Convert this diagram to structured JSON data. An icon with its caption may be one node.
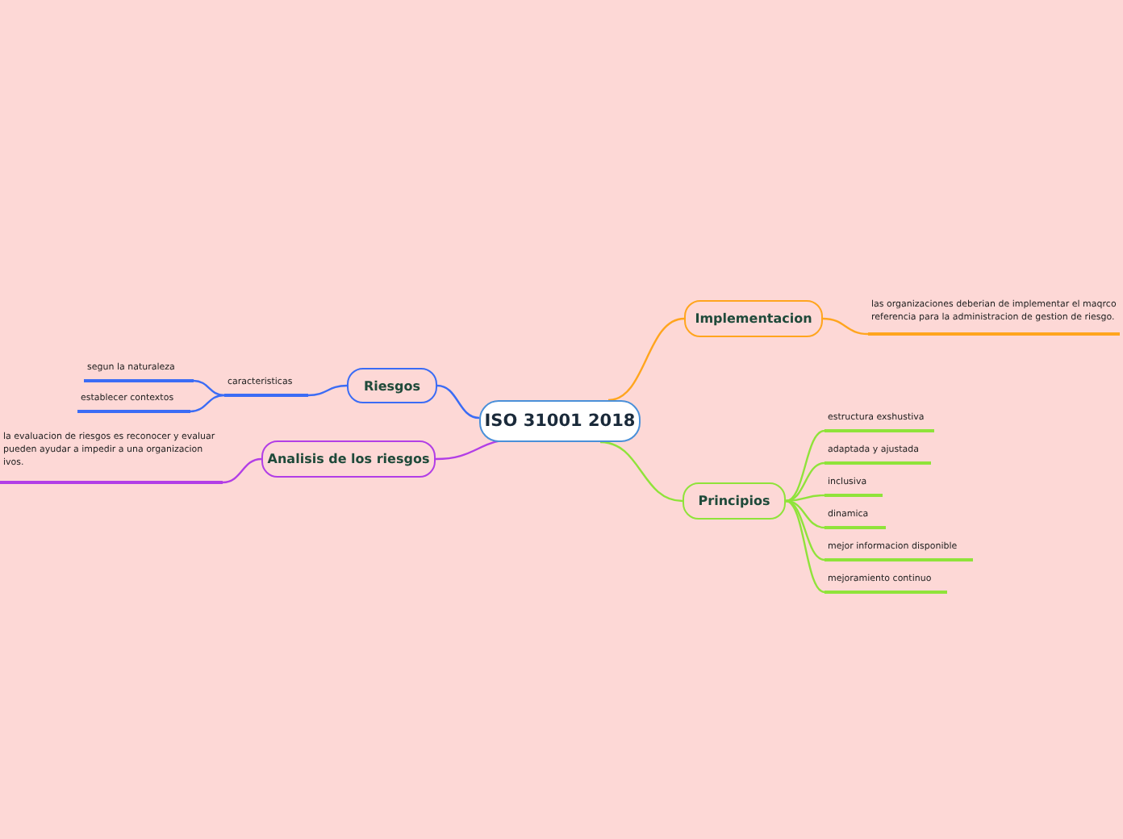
{
  "diagram": {
    "nodes": [
      {
        "text": [
          "ISO 31001 2018"
        ]
      },
      {
        "text": [
          "Implementacion"
        ]
      },
      {
        "text": [
          "las organizaciones deberian de implementar el maqrco referencia para la administracion de gestion de riesgo."
        ]
      },
      {
        "text": [
          "Principios"
        ]
      },
      {
        "text": [
          "estructura exshustiva"
        ]
      },
      {
        "text": [
          "adaptada y ajustada"
        ]
      },
      {
        "text": [
          "inclusiva"
        ]
      },
      {
        "text": [
          "dinamica"
        ]
      },
      {
        "text": [
          "mejor informacion disponible"
        ]
      },
      {
        "text": [
          "mejoramiento continuo"
        ]
      },
      {
        "text": [
          "Riesgos"
        ]
      },
      {
        "text": [
          "caracteristicas"
        ]
      },
      {
        "text": [
          "segun la naturaleza"
        ]
      },
      {
        "text": [
          "establecer contextos"
        ]
      },
      {
        "text": [
          "Analisis de los riesgos"
        ]
      },
      {
        "text": [
          "la evaluacion de riesgos es reconocer y evaluar pueden ayudar a impedir a una organizacion ivos."
        ]
      }
    ],
    "edges": [
      {
        "from": 0,
        "to": 1,
        "arrow": "none",
        "color": "#ffa51e"
      },
      {
        "from": 1,
        "to": 2,
        "arrow": "none",
        "color": "#ffa51e"
      },
      {
        "from": 0,
        "to": 3,
        "arrow": "none"
      },
      {
        "from": 3,
        "to": 4,
        "arrow": "none"
      },
      {
        "from": 3,
        "to": 5,
        "arrow": "none"
      },
      {
        "from": 3,
        "to": 6,
        "arrow": "none"
      },
      {
        "from": 3,
        "to": 7,
        "arrow": "none"
      },
      {
        "from": 3,
        "to": 8,
        "arrow": "none"
      },
      {
        "from": 3,
        "to": 9,
        "arrow": "none"
      },
      {
        "from": 0,
        "to": 10,
        "arrow": "none",
        "color": "#3b6cf5"
      },
      {
        "from": 10,
        "to": 11,
        "arrow": "none",
        "color": "#3b6cf5"
      },
      {
        "from": 11,
        "to": 12,
        "arrow": "none",
        "color": "#3b6cf5"
      },
      {
        "from": 11,
        "to": 13,
        "arrow": "none",
        "color": "#3b6cf5"
      },
      {
        "from": 0,
        "to": 14,
        "arrow": "none",
        "color": "#b23ee6"
      },
      {
        "from": 14,
        "to": 15,
        "arrow": "none",
        "color": "#b23ee6"
      }
    ]
  }
}
